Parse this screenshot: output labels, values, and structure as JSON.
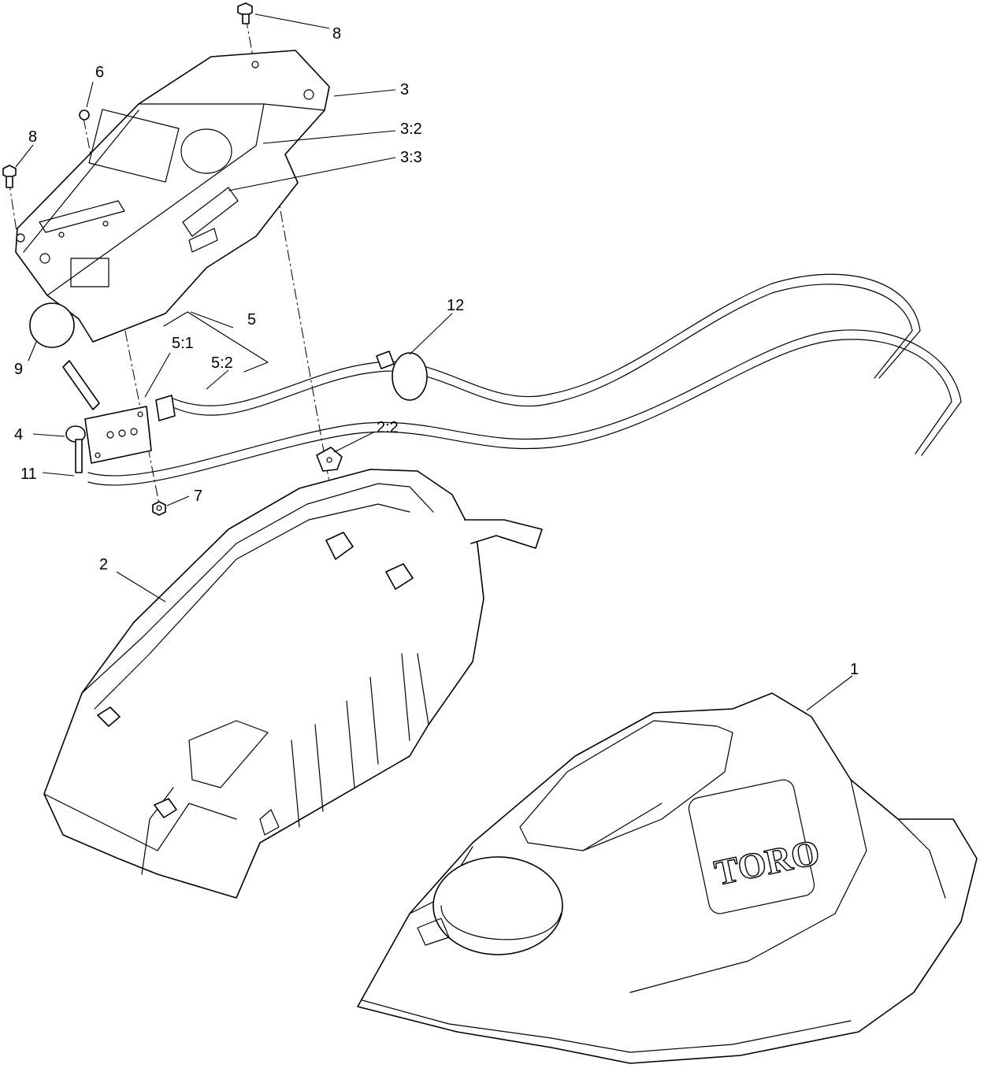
{
  "callouts": {
    "c8_top": "8",
    "c3": "3",
    "c6": "6",
    "c3_2": "3:2",
    "c8_left": "8",
    "c3_3": "3:3",
    "c12": "12",
    "c5": "5",
    "c5_1": "5:1",
    "c5_2": "5:2",
    "c9": "9",
    "c4": "4",
    "c2_2": "2:2",
    "c11": "11",
    "c7": "7",
    "c2": "2",
    "c1": "1"
  },
  "logo_text": "TORO"
}
